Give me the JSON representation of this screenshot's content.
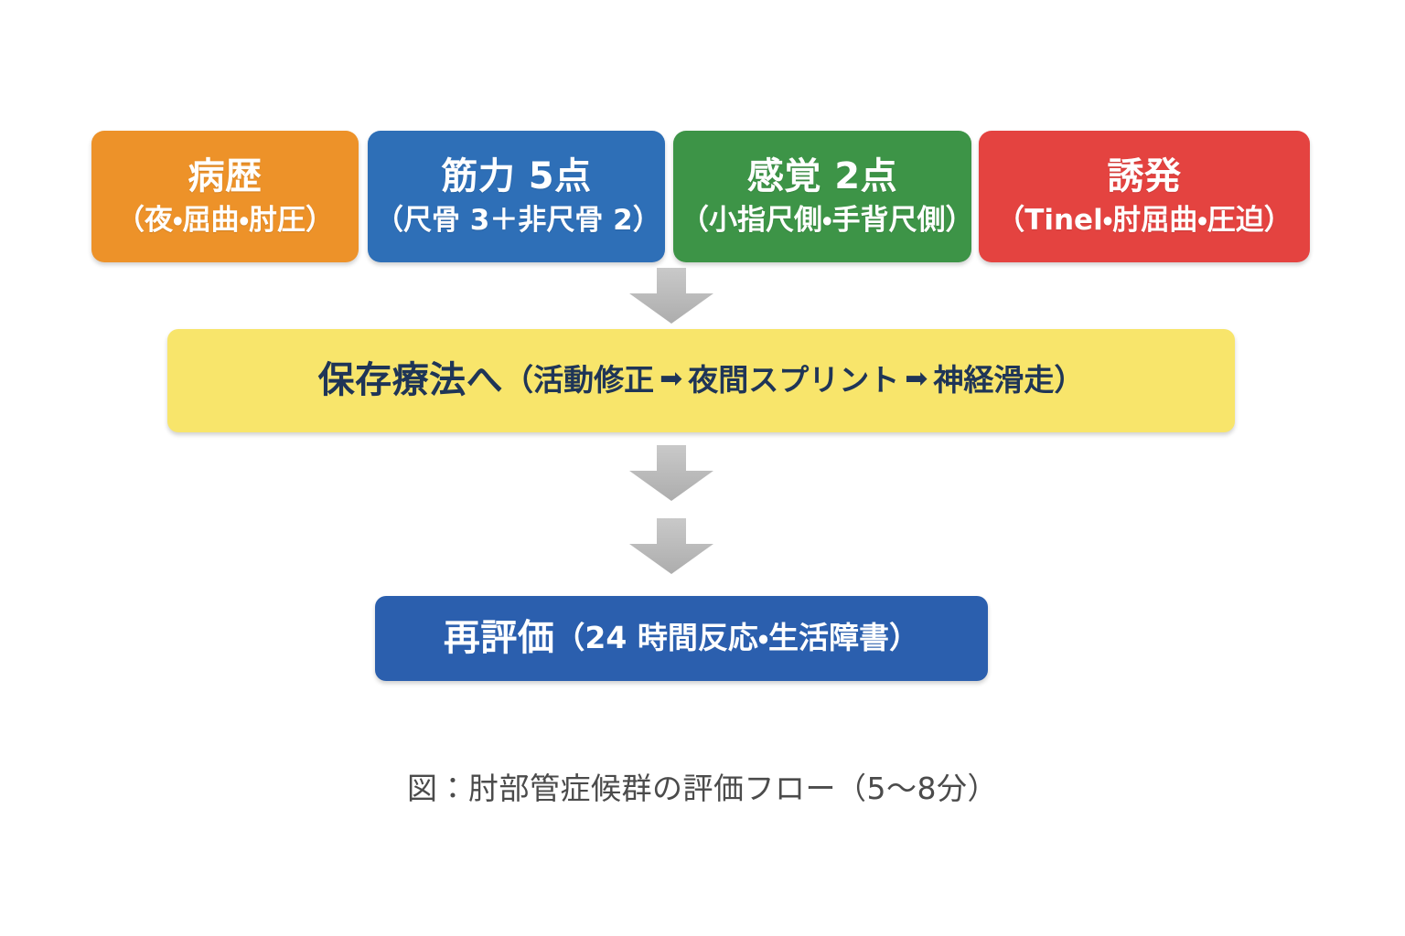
{
  "figure": {
    "caption": "図：肘部管症候群の評価フロー（5〜8分）",
    "colors": {
      "orange": "#ED9229",
      "blue": "#2E6FB7",
      "green": "#3D9447",
      "red": "#E44340",
      "yellow": "#F8E56B",
      "navy_text": "#1F3557",
      "deep_blue": "#2B5FAE",
      "arrow_gray": "#B8B8B8",
      "caption_gray": "#4B4B4B",
      "background": "#FFFFFF"
    }
  },
  "assessment_row": {
    "items": [
      {
        "id": "history",
        "title": "病歴",
        "detail": "（夜・屈曲・肘圧）",
        "color": "#ED9229"
      },
      {
        "id": "strength",
        "title": "筋力 5点",
        "detail": "（尺骨 3＋非尺骨 2）",
        "color": "#2E6FB7"
      },
      {
        "id": "sensory",
        "title": "感覚 2点",
        "detail": "（小指尺側・手背尺側）",
        "color": "#3D9447"
      },
      {
        "id": "provocation",
        "title": "誘発",
        "detail": "（Tinel・肘屈曲・圧迫）",
        "color": "#E44340"
      }
    ]
  },
  "conservative": {
    "strong": "保存療法へ",
    "open_paren": "（",
    "step1": "活動修正",
    "arrow1": "➡",
    "step2": "夜間スプリント",
    "arrow2": "➡",
    "step3": "神経滑走",
    "close_paren": "）"
  },
  "reassessment": {
    "strong": "再評価",
    "detail": "（24 時間反応・生活障書）"
  },
  "arrows": {
    "arrow_down_1": "down-arrow",
    "arrow_down_2": "down-arrow",
    "arrow_down_3": "down-arrow"
  }
}
